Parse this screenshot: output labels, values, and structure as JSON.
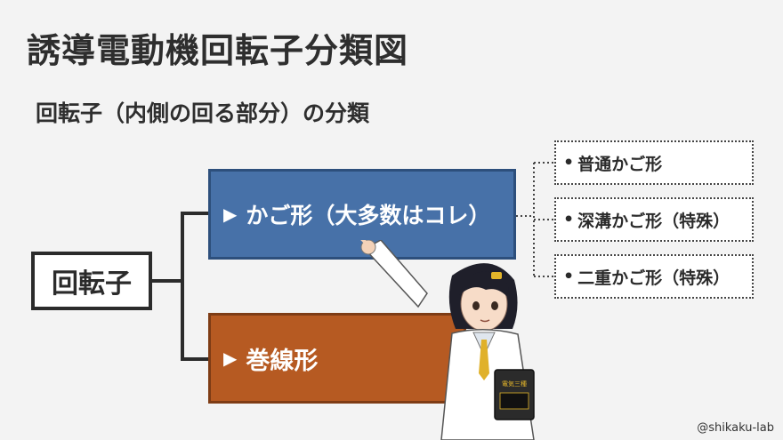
{
  "title": "誘導電動機回転子分類図",
  "subtitle": "回転子（内側の回る部分）の分類",
  "root": {
    "label": "回転子"
  },
  "branches": [
    {
      "label": "かご形（大多数はコレ）",
      "color": "#4771a8"
    },
    {
      "label": "巻線形",
      "color": "#b65a22"
    }
  ],
  "cage_types": [
    {
      "label": "普通かご形"
    },
    {
      "label": "深溝かご形（特殊）"
    },
    {
      "label": "二重かご形（特殊）"
    }
  ],
  "bullet": "•",
  "arrow_glyph": "▶",
  "book": {
    "label": "電気三種"
  },
  "credit": "@shikaku-lab"
}
